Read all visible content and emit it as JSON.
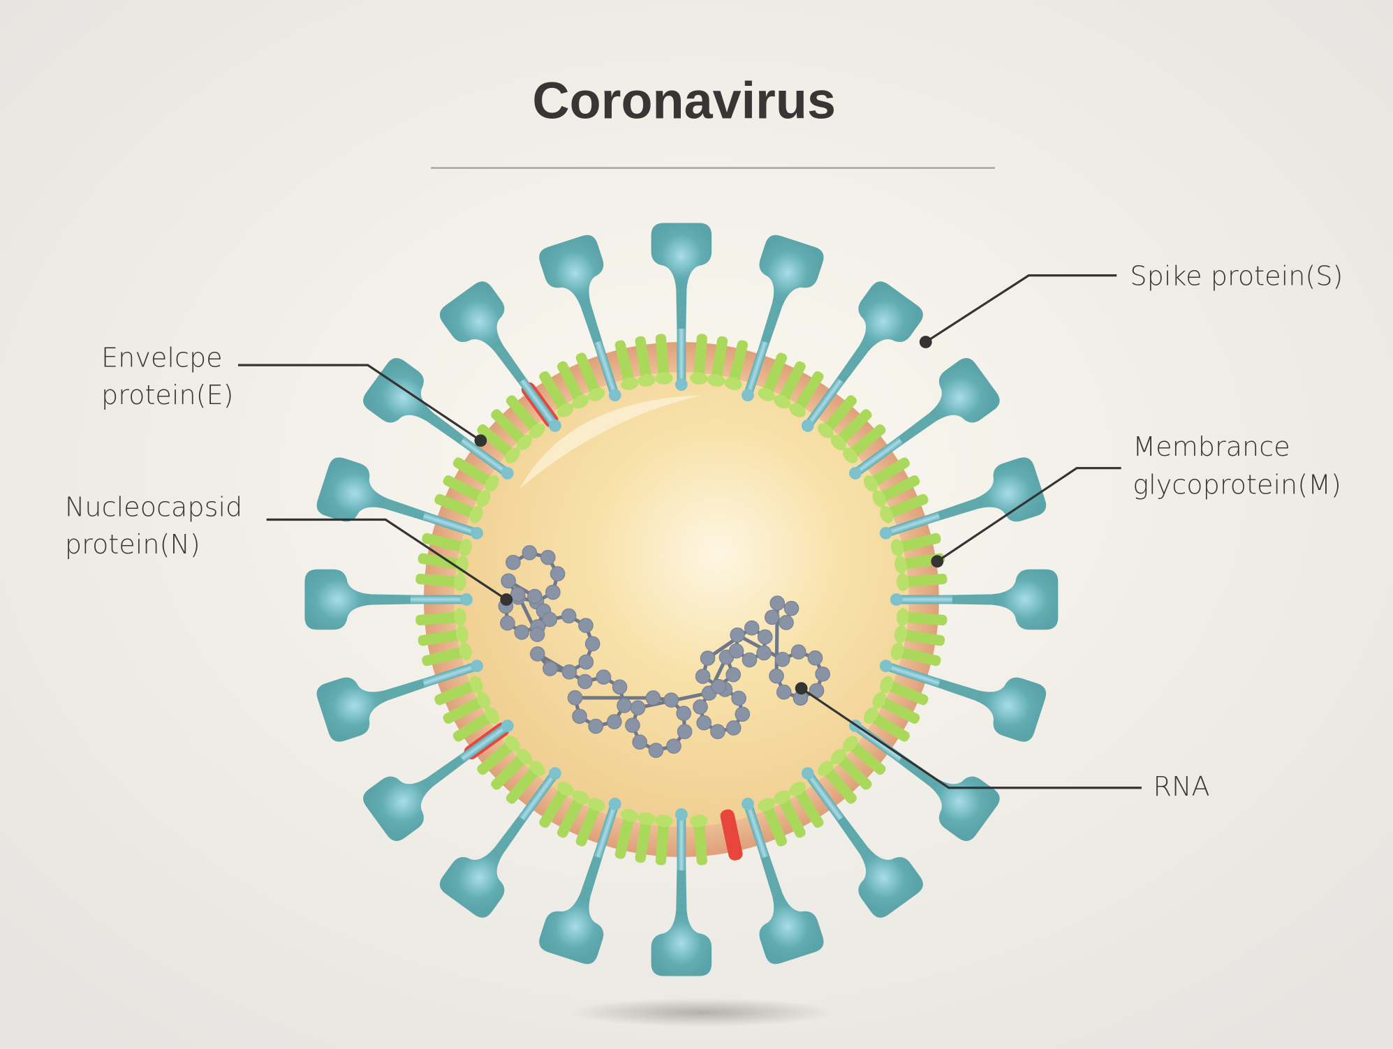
{
  "title": "Coronavirus",
  "labels": {
    "spike": [
      "Spike protein(S)"
    ],
    "envelope": [
      "Envelcpe",
      "protein(E)"
    ],
    "nucleocapsid": [
      "Nucleocapsid",
      "protein(N)"
    ],
    "membrane": [
      "Membrance",
      "glycoprotein(M)"
    ],
    "rna": [
      "RNA"
    ]
  },
  "colors": {
    "spike": "#5fa9ad",
    "spike_highlight": "#a8dbe8",
    "membrane_protein": "#a9d85a",
    "envelope_protein": "#e8453c",
    "envelope_ring": "#e2a67d",
    "core": "#f6dfa6",
    "rna": "#8993a6"
  }
}
